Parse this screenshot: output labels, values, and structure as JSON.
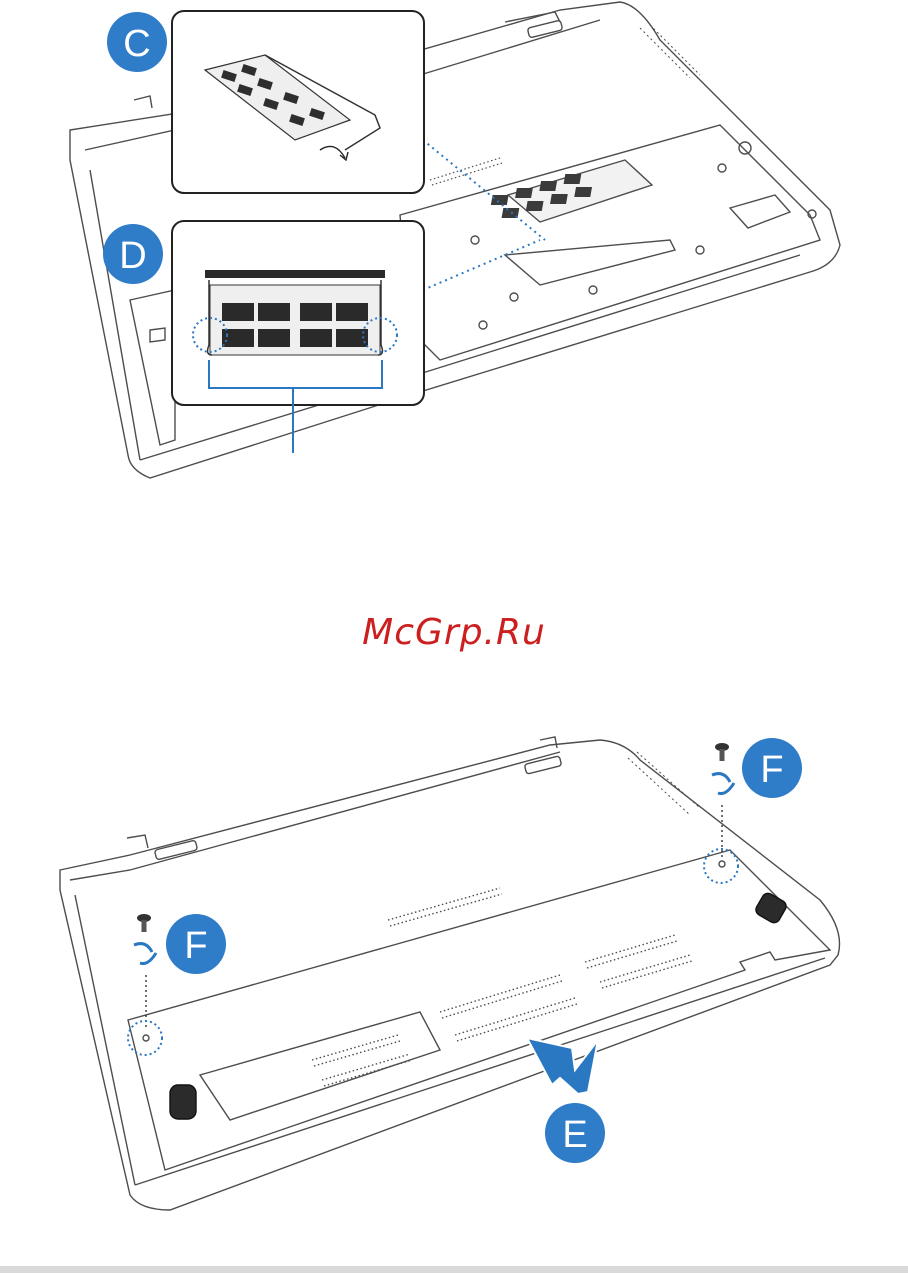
{
  "steps": {
    "c": "C",
    "d": "D",
    "e": "E",
    "f_left": "F",
    "f_right": "F"
  },
  "watermark": "McGrp.Ru",
  "colors": {
    "badge": "#2f7cc9",
    "callout_blue": "#2b78c2",
    "outline": "#4d4d4d",
    "watermark": "#cc1f1f"
  },
  "icons": {
    "screw": "screw-icon",
    "rotate": "rotate-arrow-icon",
    "slide": "slide-arrow-icon",
    "ram": "memory-module-icon"
  }
}
